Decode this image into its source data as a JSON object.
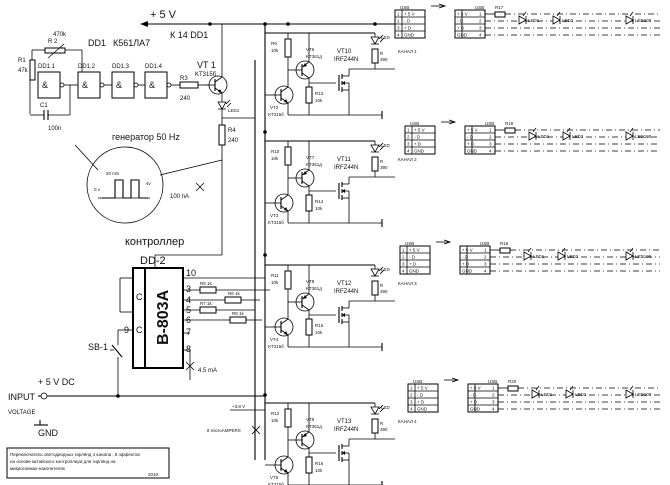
{
  "supply": {
    "plus5v": "+ 5 V",
    "k14": "К  14  DD1"
  },
  "generator": {
    "r1": "R1",
    "r1_val": "47k",
    "r2": "R 2",
    "r2_val": "470k",
    "c1": "C1",
    "c1_val": "100n",
    "r3": "R3",
    "r3_val": "240",
    "r4": "R4",
    "r4_val": "240",
    "dd1": "DD1",
    "chip": "К561ЛА7",
    "dd11": "DD1.1",
    "dd12": "DD1.2",
    "dd13": "DD1.3",
    "dd14": "DD1.4",
    "amp": "&",
    "vt1": "VT 1",
    "vt1_type": "KT315б",
    "led1": "LED1",
    "label": "генератор  50  Hz",
    "wave_time": "20 mS",
    "wave_v0": "0 v",
    "wave_v4": "4v",
    "current": "100 nA"
  },
  "controller": {
    "title": "контроллер",
    "name": "DD-2",
    "model": "B-803A",
    "pins": [
      "10",
      "3",
      "4",
      "5",
      "6",
      "7",
      "8",
      "9",
      "C",
      "C"
    ],
    "r5": "R5  1k",
    "r6": "R6  1k",
    "r7": "R7  1k",
    "r8": "R8  1k",
    "sb1": "SB-1",
    "current": "4.5 mA"
  },
  "channels": [
    {
      "ra": "R9",
      "ra_val": "10k",
      "rb": "R13",
      "rb_val": "10k",
      "vta": "VT6",
      "vta_type": "KT361д",
      "vtb": "VT2",
      "vtb_type": "KT315б",
      "vtf": "VT10",
      "vtf_type": "IRFZ44N",
      "led": "LED",
      "rs": "R",
      "rs_val": "390",
      "kanal": "КАНАЛ 1"
    },
    {
      "ra": "R10",
      "ra_val": "10k",
      "rb": "R14",
      "rb_val": "10k",
      "vta": "VT7",
      "vta_type": "KT361д",
      "vtb": "VT3",
      "vtb_type": "KT315б",
      "vtf": "VT11",
      "vtf_type": "IRFZ44N",
      "led": "LED",
      "rs": "R",
      "rs_val": "390",
      "kanal": "КАНАЛ 2"
    },
    {
      "ra": "R11",
      "ra_val": "10k",
      "rb": "R15",
      "rb_val": "10k",
      "vta": "VT8",
      "vta_type": "KT361д",
      "vtb": "VT4",
      "vtb_type": "KT315б",
      "vtf": "VT12",
      "vtf_type": "IRFZ44N",
      "led": "LED",
      "rs": "R",
      "rs_val": "390",
      "kanal": "КАНАЛ 3"
    },
    {
      "ra": "R12",
      "ra_val": "10k",
      "rb": "R16",
      "rb_val": "10k",
      "vta": "VT9",
      "vta_type": "KT361д",
      "vtb": "VT5",
      "vtb_type": "KT315б",
      "vtf": "VT13",
      "vtf_type": "IRFZ44N",
      "led": "LED",
      "rs": "R",
      "rs_val": "390",
      "kanal": "КАНАЛ 4"
    }
  ],
  "usb": {
    "label": "USB",
    "pins": [
      {
        "num": "1",
        "name": "+ 5 V"
      },
      {
        "num": "2",
        "name": "- D"
      },
      {
        "num": "3",
        "name": "+ D"
      },
      {
        "num": "4",
        "name": "GND"
      }
    ]
  },
  "strips": [
    {
      "r": "R17",
      "led_a": "LED1",
      "led_b": "LED2",
      "led_c": "LED100"
    },
    {
      "r": "R18",
      "led_a": "LED1",
      "led_b": "LED2",
      "led_c": "LED100"
    },
    {
      "r": "R19",
      "led_a": "LED1",
      "led_b": "LED2",
      "led_c": "LED100"
    },
    {
      "r": "R20",
      "led_a": "LED1",
      "led_b": "LED2",
      "led_c": "LED100"
    }
  ],
  "input": {
    "label": "INPUT",
    "dc": "+ 5 V  DC",
    "voltage": "VOLTAGE",
    "gnd": "GND",
    "v38": "+3.8 V",
    "micro": "8  microAMPERS"
  },
  "note": {
    "lines": [
      "Переключатель светодиодных гирлянд  4 канала , 8 эффектов",
      "на основе китайского контроллера  для гирлянд на",
      "микросхемах-накопителях"
    ],
    "year": "2010"
  }
}
